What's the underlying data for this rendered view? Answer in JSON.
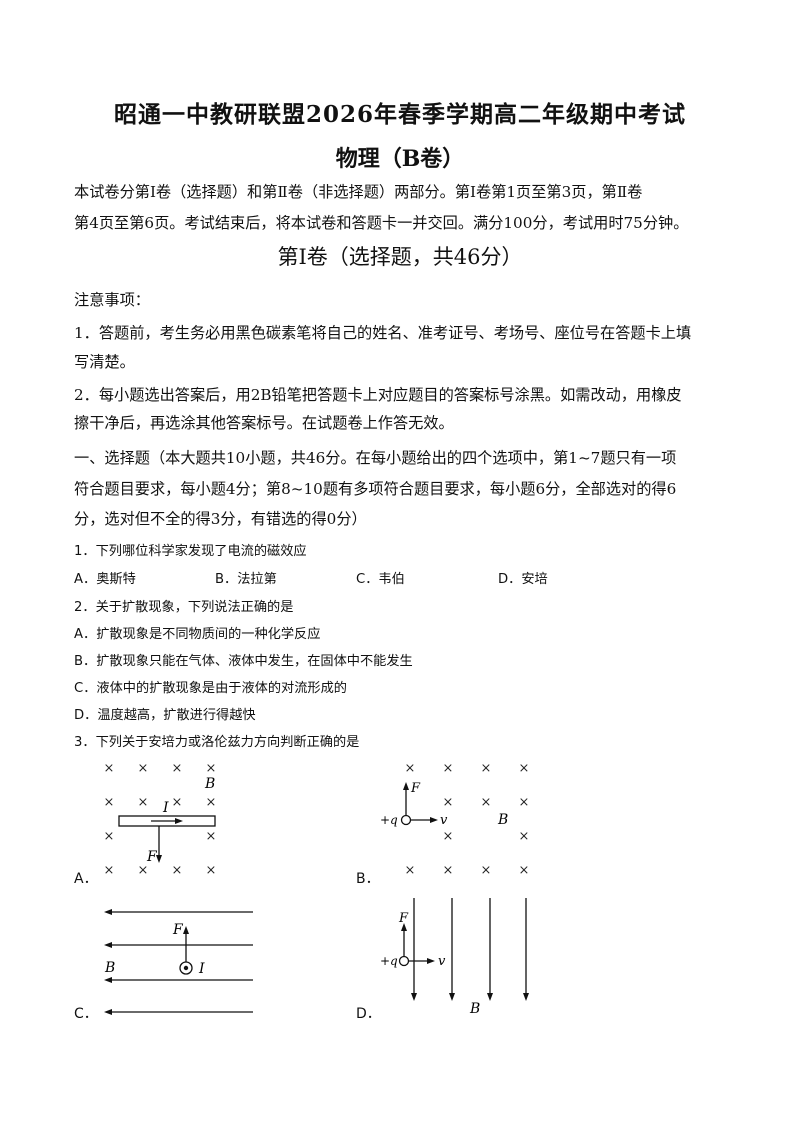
{
  "header": {
    "title": "昭通一中教研联盟2026年春季学期高二年级期中考试",
    "subject": "物理（B卷）"
  },
  "intro": [
    "本试卷分第Ⅰ卷（选择题）和第Ⅱ卷（非选择题）两部分。第Ⅰ卷第1页至第3页，第Ⅱ卷",
    "第4页至第6页。考试结束后，将本试卷和答题卡一并交回。满分100分，考试用时75分钟。"
  ],
  "section_title": "第Ⅰ卷（选择题，共46分）",
  "notice": {
    "heading": "注意事项：",
    "items": [
      "1．答题前，考生务必用黑色碳素笔将自己的姓名、准考证号、考场号、座位号在答题卡上填",
      "写清楚。",
      "2．每小题选出答案后，用2B铅笔把答题卡上对应题目的答案标号涂黑。如需改动，用橡皮",
      "擦干净后，再选涂其他答案标号。在试题卷上作答无效。"
    ]
  },
  "part1": [
    "一、选择题（本大题共10小题，共46分。在每小题给出的四个选项中，第1~7题只有一项",
    "符合题目要求，每小题4分；第8~10题有多项符合题目要求，每小题6分，全部选对的得6",
    "分，选对但不全的得3分，有错选的得0分）"
  ],
  "q1": {
    "stem": "1．下列哪位科学家发现了电流的磁效应",
    "options": [
      "A．奥斯特",
      "B．法拉第",
      "C．韦伯",
      "D．安培"
    ]
  },
  "q2": {
    "stem": "2．关于扩散现象，下列说法正确的是",
    "options": [
      "A．扩散现象是不同物质间的一种化学反应",
      "B．扩散现象只能在气体、液体中发生，在固体中不能发生",
      "C．液体中的扩散现象是由于液体的对流形成的",
      "D．温度越高，扩散进行得越快"
    ]
  },
  "q3": {
    "stem": "3．下列关于安培力或洛伦兹力方向判断正确的是",
    "labels": [
      "A．",
      "B．",
      "C．",
      "D．"
    ],
    "fig": {
      "B": "B",
      "I": "I",
      "F": "F",
      "q": "+q",
      "v": "v",
      "cross": "×"
    }
  }
}
